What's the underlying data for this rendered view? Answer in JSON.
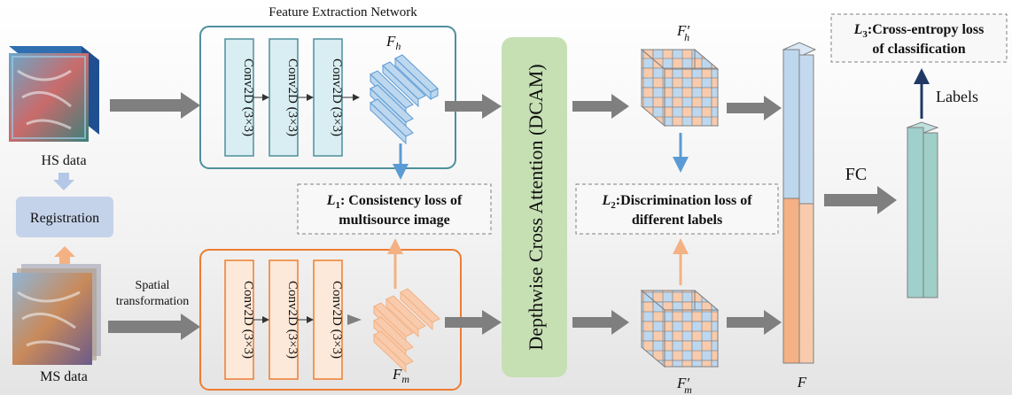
{
  "title_network": "Feature Extraction Network",
  "hs_label": "HS data",
  "ms_label": "MS data",
  "registration": "Registration",
  "spatial_transformation": [
    "Spatial",
    "transformation"
  ],
  "conv_label": "Conv2D (3×3)",
  "fh": {
    "main": "F",
    "sub": "h"
  },
  "fm": {
    "main": "F",
    "sub": "m"
  },
  "fh_prime": {
    "main": "F",
    "prime": "′",
    "sub": "h"
  },
  "fm_prime": {
    "main": "F",
    "prime": "′",
    "sub": "m"
  },
  "f_label": "F",
  "dcam_label": "Depthwise Cross  Attention (DCAM)",
  "l1": {
    "sym": "L",
    "num": "1",
    "text1": ": Consistency loss of",
    "text2": "multisource image"
  },
  "l2": {
    "sym": "L",
    "num": "2",
    "text1": ":Discrimination loss of",
    "text2": "different labels"
  },
  "l3": {
    "sym": "L",
    "num": "3",
    "text1": ":Cross-entropy loss",
    "text2": "of classification"
  },
  "fc_label": "FC",
  "labels_label": "Labels",
  "colors": {
    "teal": "#4f8f9c",
    "orange": "#ed7d31",
    "green": "#c6e0b4",
    "blue_arrow": "#5b9bd5",
    "light_orange": "#f4b183",
    "gray_arrow": "#7f7f7f",
    "registration_bg": "#c5d3ea"
  }
}
